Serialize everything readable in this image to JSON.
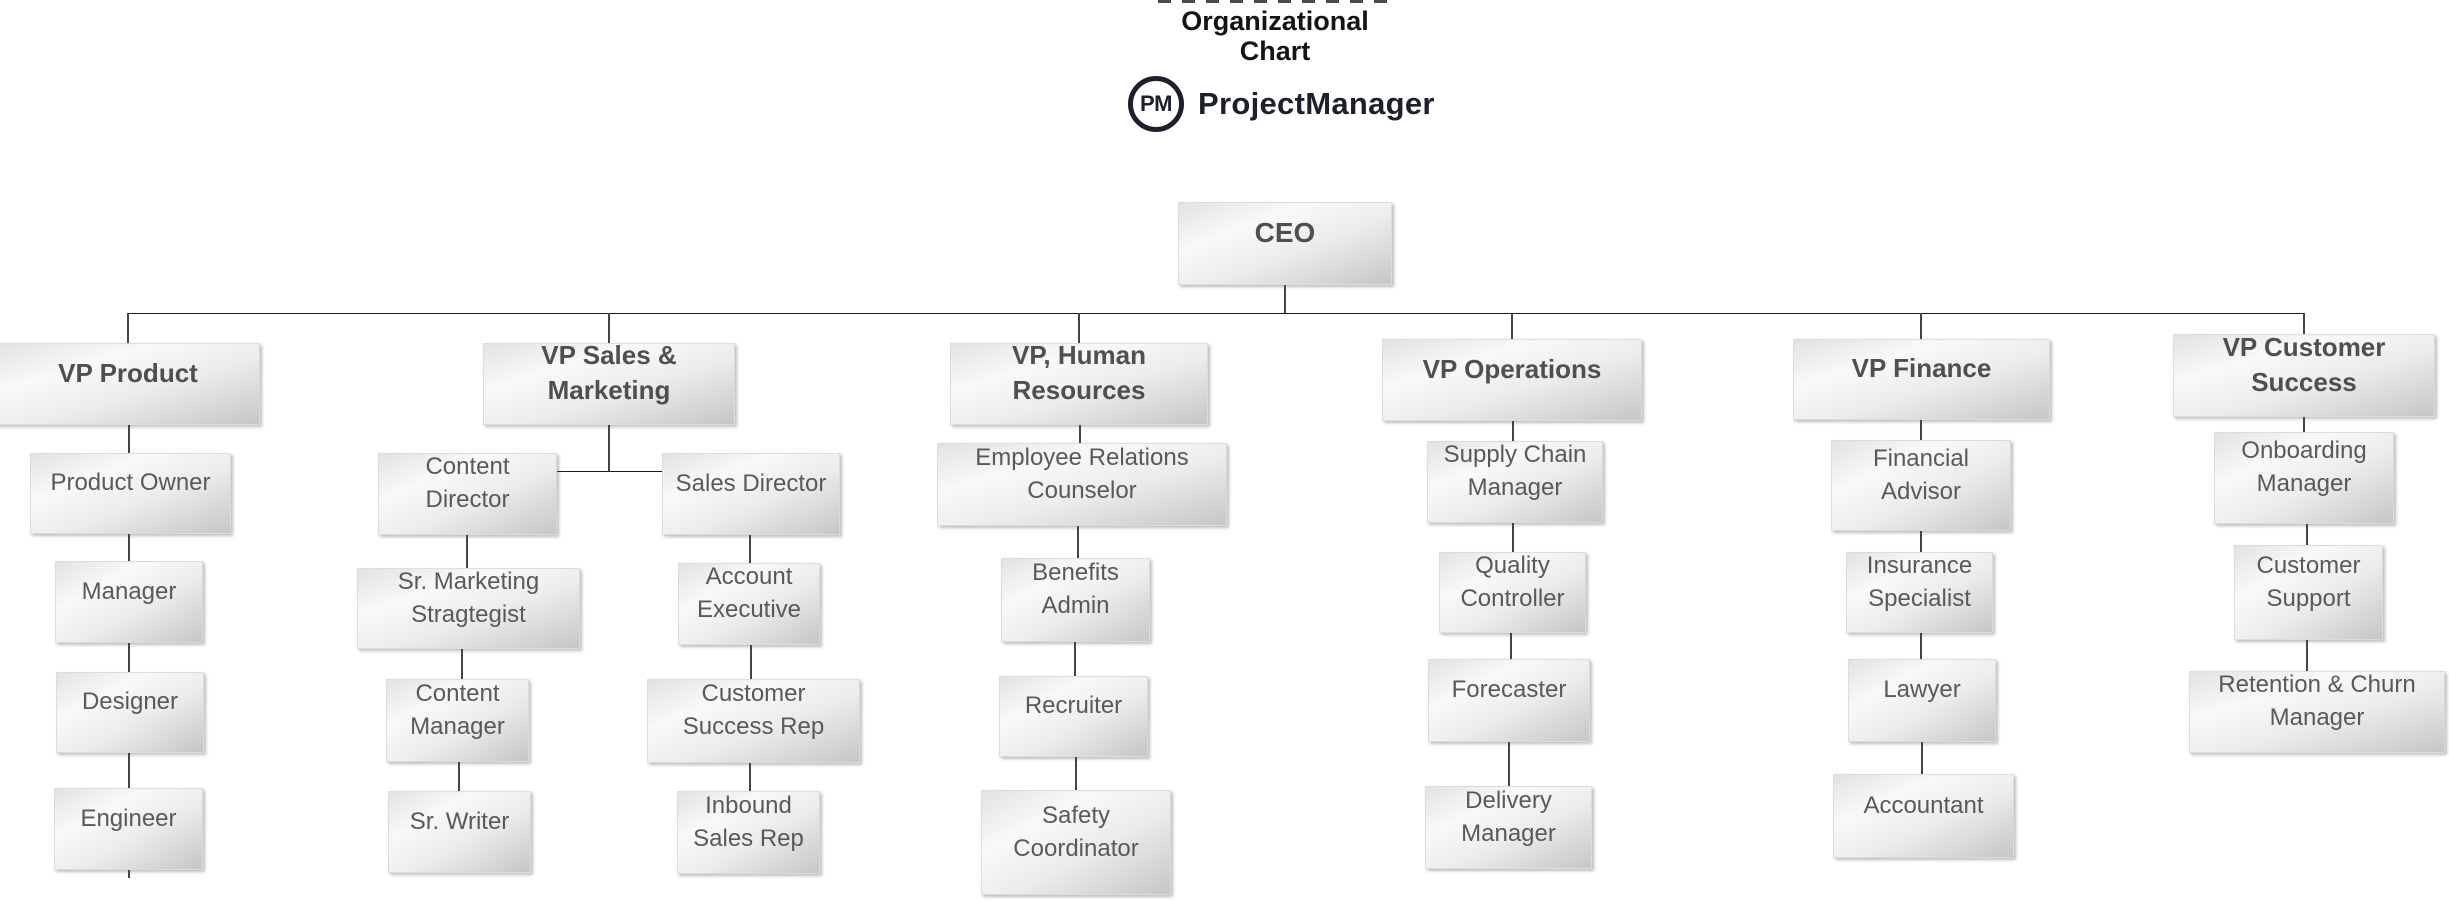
{
  "header": {
    "title": "Organizational Chart",
    "logo": {
      "badge": "PM",
      "wordmark": "ProjectManager"
    }
  },
  "org": {
    "ceo": "CEO",
    "columns": [
      {
        "vp": "VP Product",
        "nodes": [
          "Product Owner",
          "Manager",
          "Designer",
          "Engineer"
        ]
      },
      {
        "vp": "VP Sales &\nMarketing",
        "branches": [
          {
            "head": "Content\nDirector",
            "nodes": [
              "Sr. Marketing\nStragtegist",
              "Content\nManager",
              "Sr. Writer"
            ]
          },
          {
            "head": "Sales Director",
            "nodes": [
              "Account\nExecutive",
              "Customer\nSuccess Rep",
              "Inbound\nSales Rep"
            ]
          }
        ]
      },
      {
        "vp": "VP, Human\nResources",
        "nodes": [
          "Employee Relations\nCounselor",
          "Benefits\nAdmin",
          "Recruiter",
          "Safety\nCoordinator"
        ]
      },
      {
        "vp": "VP Operations",
        "nodes": [
          "Supply Chain\nManager",
          "Quality\nController",
          "Forecaster",
          "Delivery\nManager"
        ]
      },
      {
        "vp": "VP Finance",
        "nodes": [
          "Financial\nAdvisor",
          "Insurance\nSpecialist",
          "Lawyer",
          "Accountant"
        ]
      },
      {
        "vp": "VP Customer\nSuccess",
        "nodes": [
          "Onboarding\nManager",
          "Customer\nSupport",
          "Retention & Churn\nManager"
        ]
      }
    ]
  },
  "colors": {
    "box_fill_light": "#f9f9f9",
    "box_fill_dark": "#c6c6c6",
    "box_text": "#595959",
    "vp_text": "#4f4f4f",
    "connector": "#454545",
    "logo": "#1c1f2e",
    "title_text": "#141414",
    "background": "#ffffff"
  }
}
